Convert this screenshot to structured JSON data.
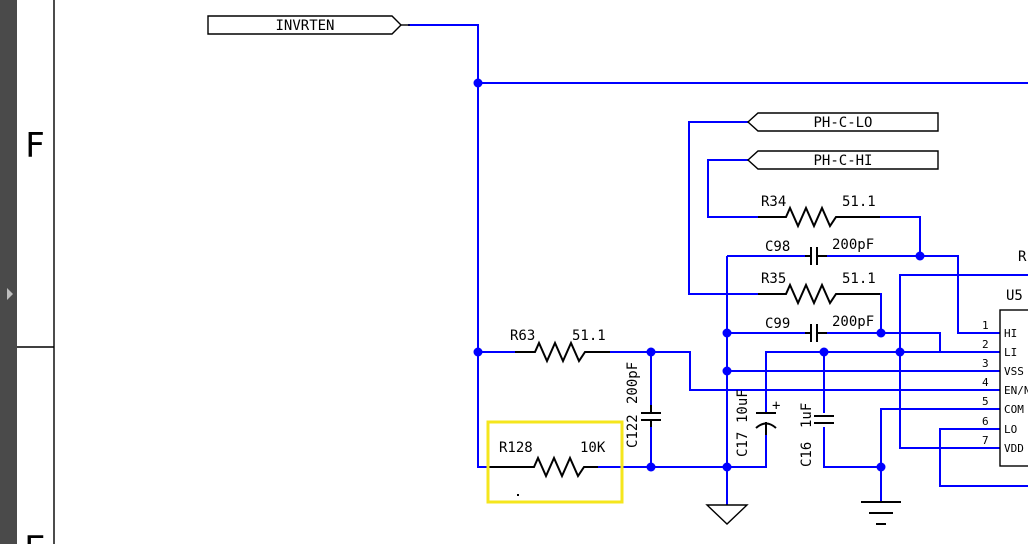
{
  "frame": {
    "zone_rows": [
      "F",
      "E"
    ]
  },
  "net_flags": {
    "invrten": "INVRTEN",
    "ph_c_lo": "PH-C-LO",
    "ph_c_hi": "PH-C-HI"
  },
  "components": {
    "r34": {
      "ref": "R34",
      "value": "51.1"
    },
    "c98": {
      "ref": "C98",
      "value": "200pF"
    },
    "r35": {
      "ref": "R35",
      "value": "51.1"
    },
    "c99": {
      "ref": "C99",
      "value": "200pF"
    },
    "r63": {
      "ref": "R63",
      "value": "51.1"
    },
    "c122": {
      "ref": "C122",
      "value": "200pF"
    },
    "r128": {
      "ref": "R128",
      "value": "10K"
    },
    "c17": {
      "ref": "C17",
      "value": "10uF"
    },
    "c16": {
      "ref": "C16",
      "value": "1uF"
    },
    "r_partial": {
      "ref": "R"
    }
  },
  "ic": {
    "ref": "U5",
    "pins": [
      {
        "num": "1",
        "name": "HI"
      },
      {
        "num": "2",
        "name": "LI"
      },
      {
        "num": "3",
        "name": "VSS"
      },
      {
        "num": "4",
        "name": "EN/N"
      },
      {
        "num": "5",
        "name": "COM"
      },
      {
        "num": "6",
        "name": "LO"
      },
      {
        "num": "7",
        "name": "VDD"
      }
    ]
  },
  "colors": {
    "wire": "#0000ff",
    "selection": "#f5e61c",
    "component": "#000000",
    "frame_strip": "#4a4a4a"
  }
}
